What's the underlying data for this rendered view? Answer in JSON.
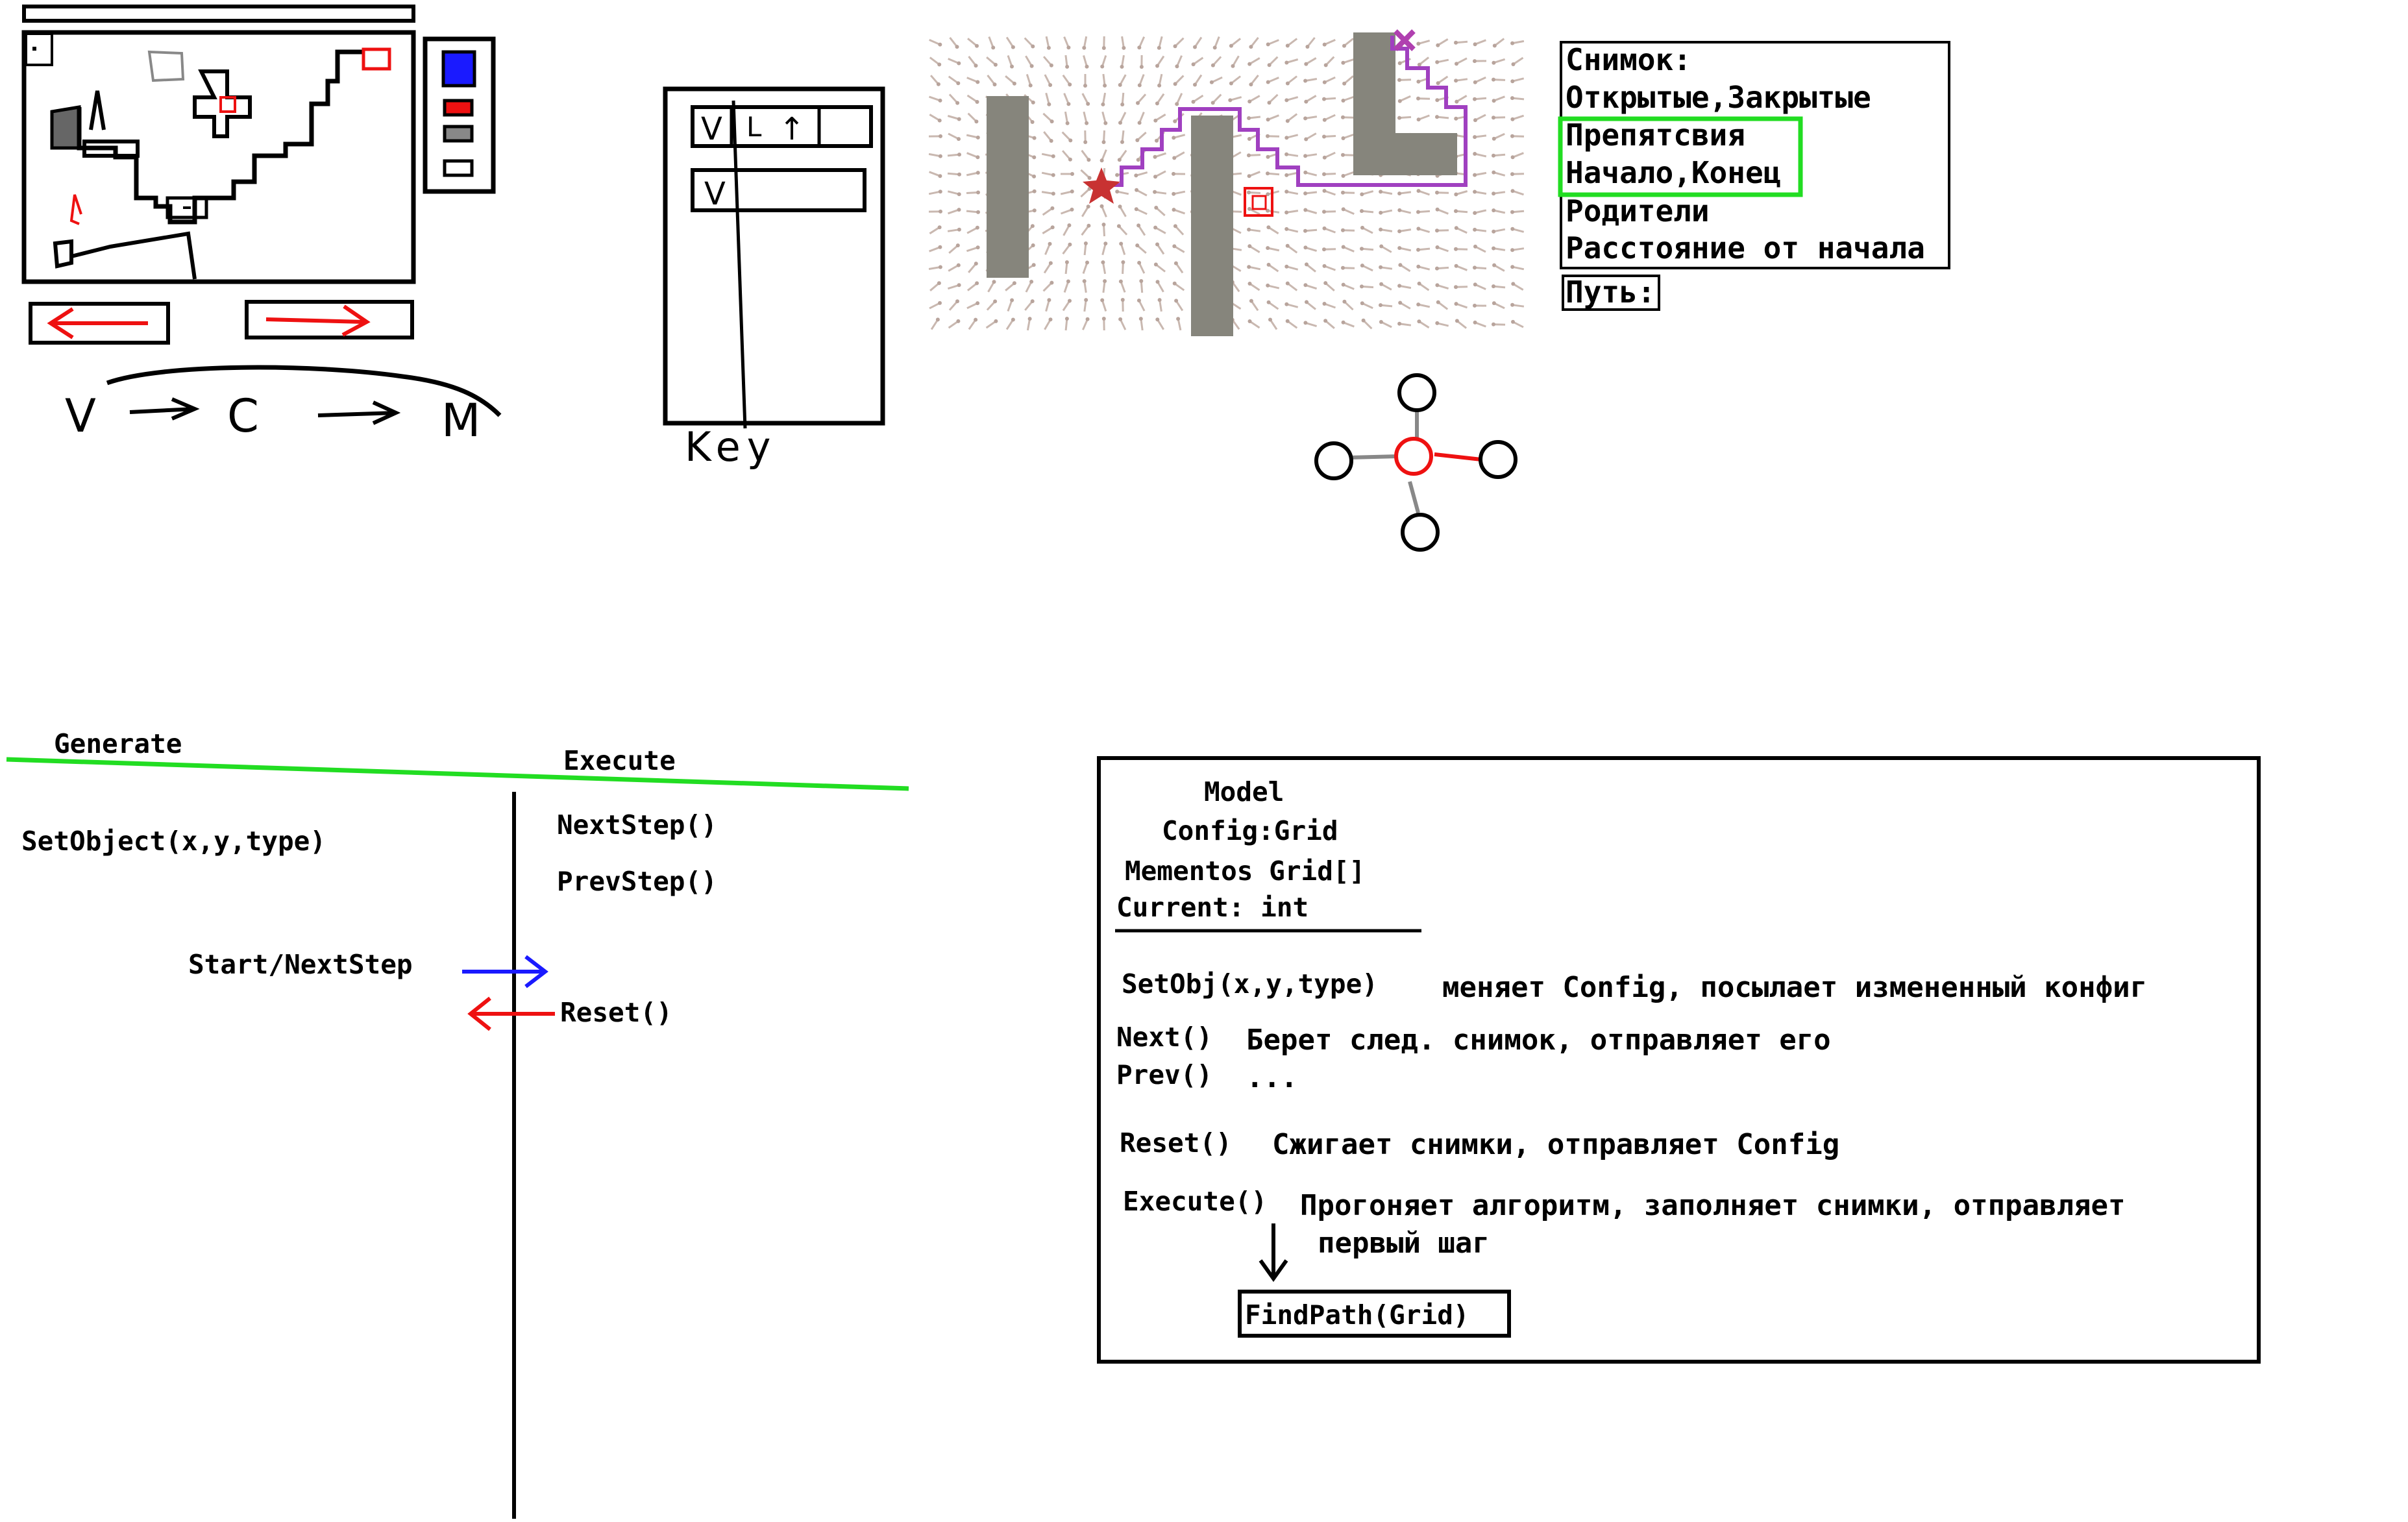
{
  "sketch": {
    "flow_letters": [
      "V",
      "C",
      "M"
    ],
    "panel_label": "Key",
    "cell_texts": [
      "V",
      "L",
      "↑",
      "V"
    ]
  },
  "snapshot_box": {
    "lines": [
      "Снимок:",
      "Открытые,Закрытые",
      "Препятсвия",
      "Начало,Конец",
      "Родители",
      "Расстояние от начала"
    ],
    "path_label": "Путь:"
  },
  "colors": {
    "accent_green": "#22dd22",
    "arrow_blue": "#1a1aff",
    "arrow_red": "#ee1111",
    "path_purple": "#a040c0",
    "obstacle_gray": "#86857c",
    "start_star": "#c83232",
    "end_cross": "#b040b0"
  },
  "lifecycle": {
    "generate_label": "Generate",
    "execute_label": "Execute",
    "set_object": "SetObject(x,y,type)",
    "next_step": "NextStep()",
    "prev_step": "PrevStep()",
    "start_next": "Start/NextStep",
    "reset": "Reset()"
  },
  "model": {
    "title": "Model",
    "config": "Config:Grid",
    "mementos": "Mementos Grid[]",
    "current": "Current: int",
    "setobj_sig": "SetObj(x,y,type)",
    "setobj_desc": "меняет Config, посылает измененный конфиг",
    "next_sig": "Next()",
    "next_desc": "Берет след. снимок, отправляет его",
    "prev_sig": "Prev()",
    "prev_desc": "...",
    "reset_sig": "Reset()",
    "reset_desc": "Сжигает снимки, отправляет Config",
    "execute_sig": "Execute()",
    "execute_desc_1": "Прогоняет алгоритм, заполняет снимки, отправляет",
    "execute_desc_2": "первый шаг",
    "findpath": "FindPath(Grid)"
  }
}
